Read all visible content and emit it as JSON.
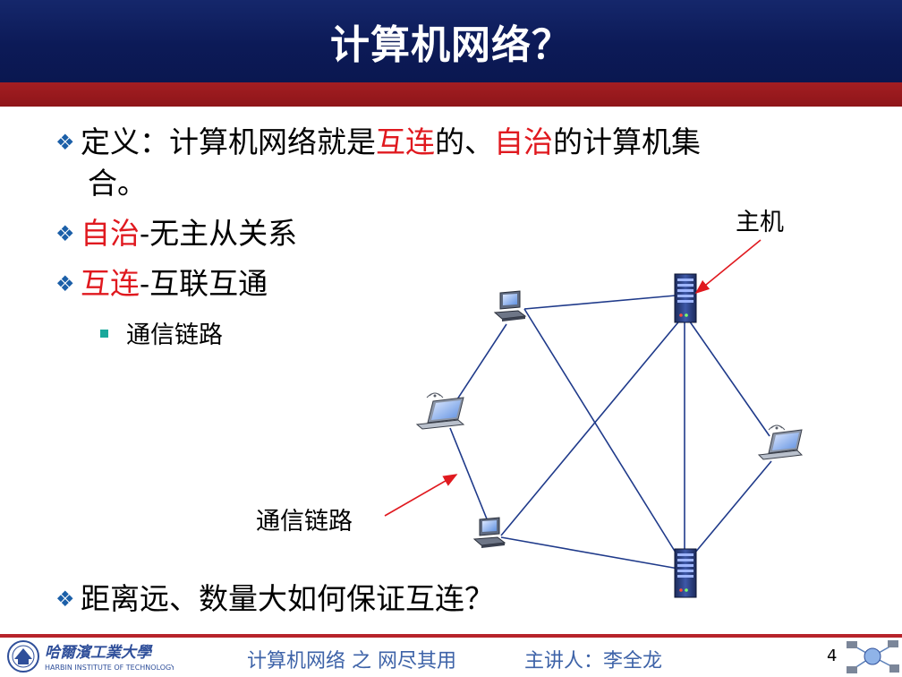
{
  "title": "计算机网络？",
  "bullets": {
    "b1": {
      "prefix": "定义：计算机网络就是",
      "hl1": "互连",
      "mid": "的、",
      "hl2": "自治",
      "suffix": "的计算机集",
      "line2": "合。"
    },
    "b2": {
      "hl": "自治",
      "rest": "-无主从关系"
    },
    "b3": {
      "hl": "互连",
      "rest": "-互联互通"
    },
    "sub": "通信链路",
    "b4": "距离远、数量大如何保证互连？"
  },
  "diagram": {
    "host_label": "主机",
    "link_label": "通信链路"
  },
  "footer": {
    "logo_cn": "哈爾濱工業大學",
    "logo_en": "HARBIN INSTITUTE OF TECHNOLOGY",
    "course": "计算机网络 之 网尽其用",
    "lecturer": "主讲人：李全龙",
    "page": "4"
  },
  "colors": {
    "title_bg": "#0c1a57",
    "band": "#a31e22",
    "highlight": "#e0191f",
    "bullet_icon": "#1b5fa8",
    "link": "#1f3a8a",
    "footer_text": "#3e63a8"
  },
  "icons": [
    "diamond-bullet-icon",
    "square-bullet-icon",
    "server-icon",
    "desktop-icon",
    "laptop-icon",
    "wireless-icon",
    "arrow-icon",
    "network-globe-icon"
  ]
}
